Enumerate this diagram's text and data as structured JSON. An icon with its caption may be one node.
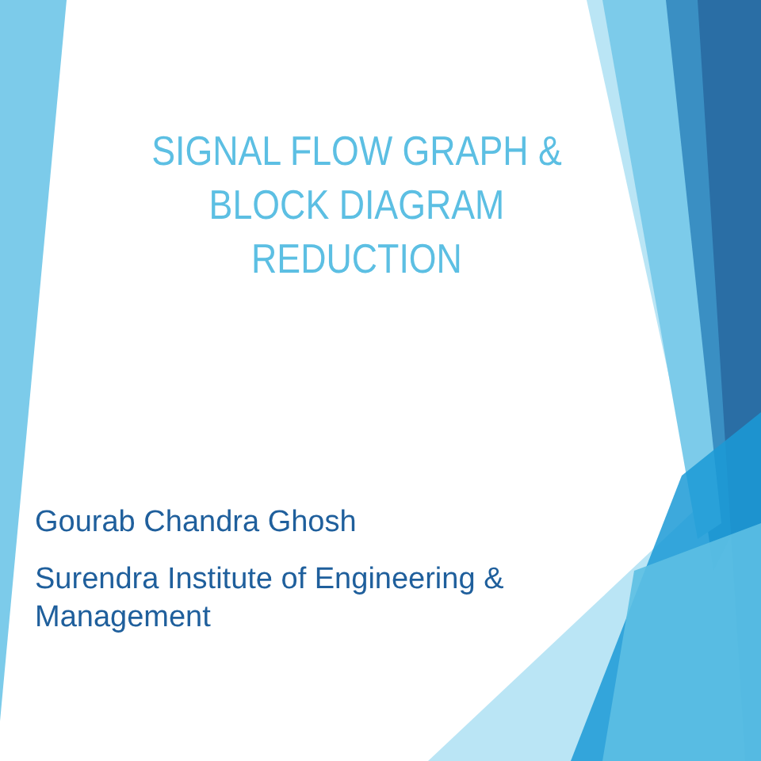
{
  "diagram": {
    "title": "SIGNAL FLOW GRAPH & BLOCK DIAGRAM REDUCTION",
    "labels": [
      "Gourab Chandra Ghosh",
      "Surendra Institute of Engineering & Management"
    ]
  }
}
